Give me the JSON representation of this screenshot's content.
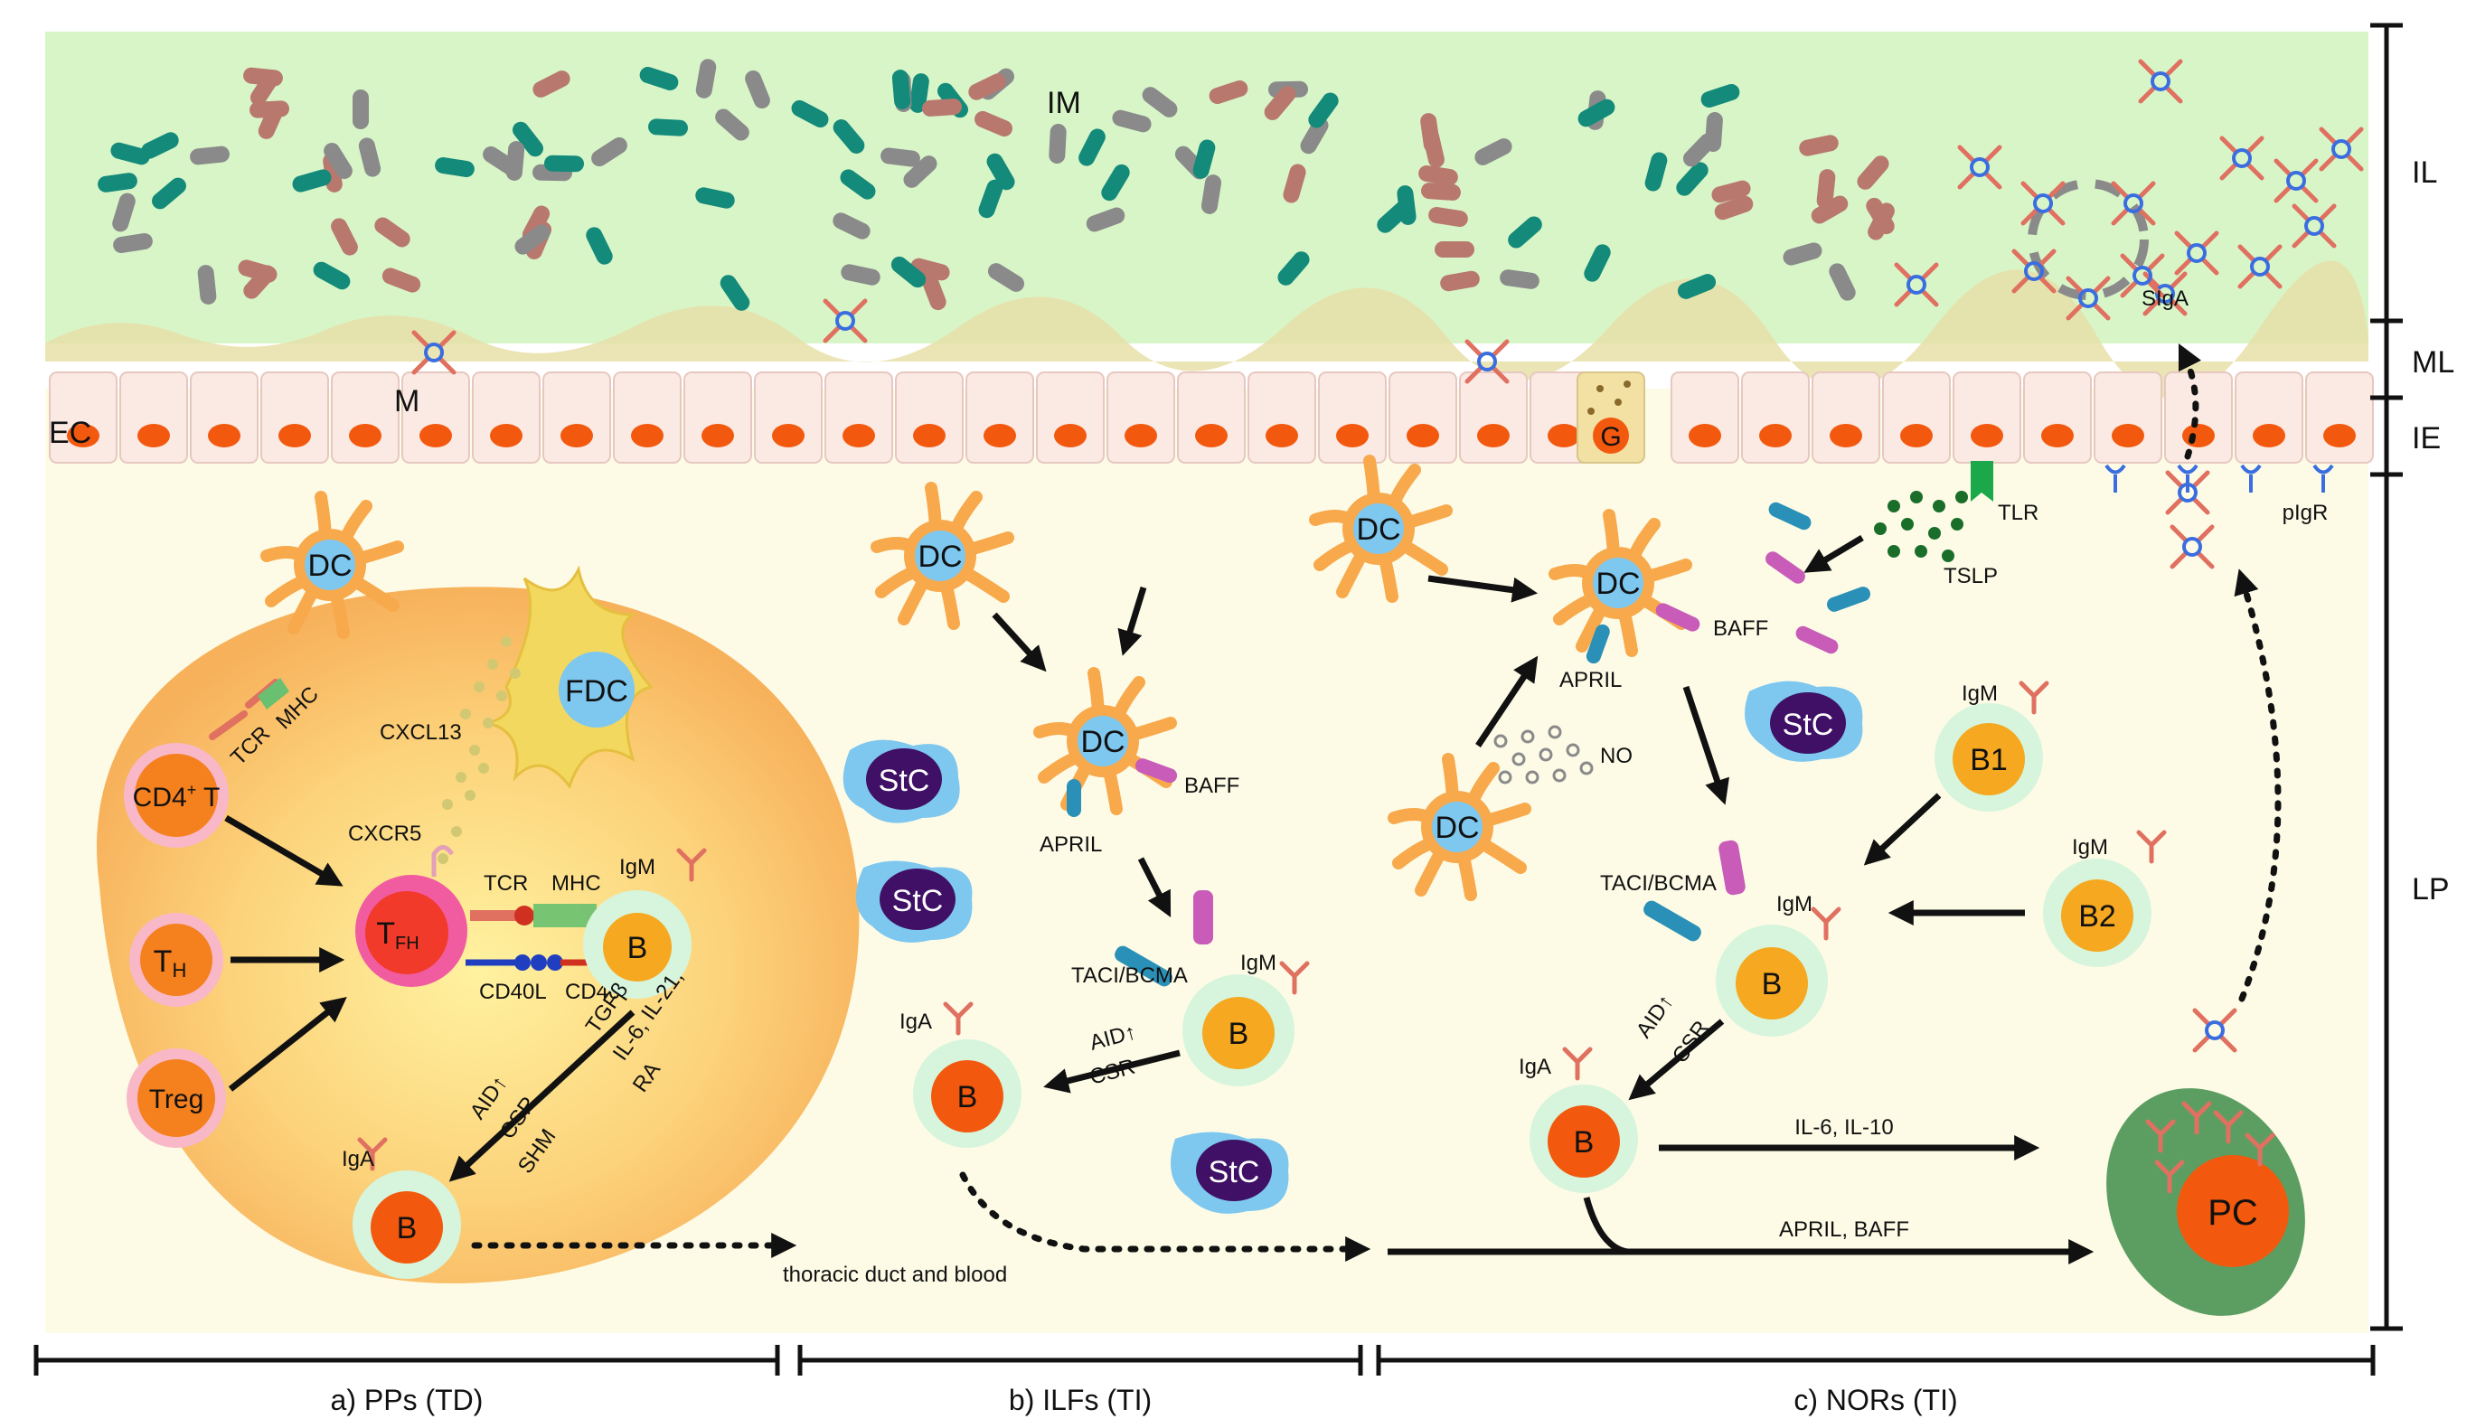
{
  "regions": {
    "lumen": "IL",
    "mucus": "ML",
    "epithelium": "IE",
    "lamina_propria": "LP"
  },
  "sections": {
    "pp": "a) PPs (TD)",
    "ilf": "b) ILFs (TI)",
    "nor": "c) NORs (TI)"
  },
  "labels": {
    "im": "IM",
    "ec": "EC",
    "m": "M",
    "g": "G",
    "sIgA": "SIgA",
    "pIgR": "pIgR",
    "tlr": "TLR",
    "tslp": "TSLP",
    "dc": "DC",
    "fdc": "FDC",
    "cd4": "CD4",
    "cd4_sup": "+",
    "cd4_t": " T",
    "th": "T",
    "th_sub": "H",
    "treg": "Treg",
    "tfh": "T",
    "tfh_sub": "FH",
    "b": "B",
    "b1": "B1",
    "b2": "B2",
    "pc": "PC",
    "stc": "StC",
    "tcr": "TCR",
    "mhc": "MHC",
    "cxcl13": "CXCL13",
    "cxcr5": "CXCR5",
    "cd40l": "CD40L",
    "cd40": "CD40",
    "igm": "IgM",
    "iga": "IgA",
    "tgfb": "TGFβ",
    "il_cyto": "IL-6, IL-21,",
    "ra": "RA",
    "aid": "AID↑",
    "csr": "CSR",
    "shm": "SHM",
    "thoracic": "thoracic duct and blood",
    "april": "APRIL",
    "baff": "BAFF",
    "taci": "TACI/BCMA",
    "no": "NO",
    "il6_il10": "IL-6, IL-10",
    "april_baff": "APRIL, BAFF"
  },
  "colors": {
    "lumen": "#d8f5c8",
    "lp": "#fdfbe6",
    "follicle": "#f9b45a",
    "dc": "#f7a94c",
    "dc_core": "#7ec7ef",
    "b_outer": "#d6f5dc",
    "b_inner": "#f6a820",
    "iga_b_inner": "#f2590e",
    "stc_outer": "#7ec7ef",
    "stc_inner": "#3f1066",
    "pc_outer": "#5c9e62",
    "bact_teal": "#138a7a",
    "bact_grey": "#8a8a8a",
    "bact_mauve": "#b8786e",
    "tlr": "#1aa84a",
    "tslp": "#1a6e2a"
  }
}
